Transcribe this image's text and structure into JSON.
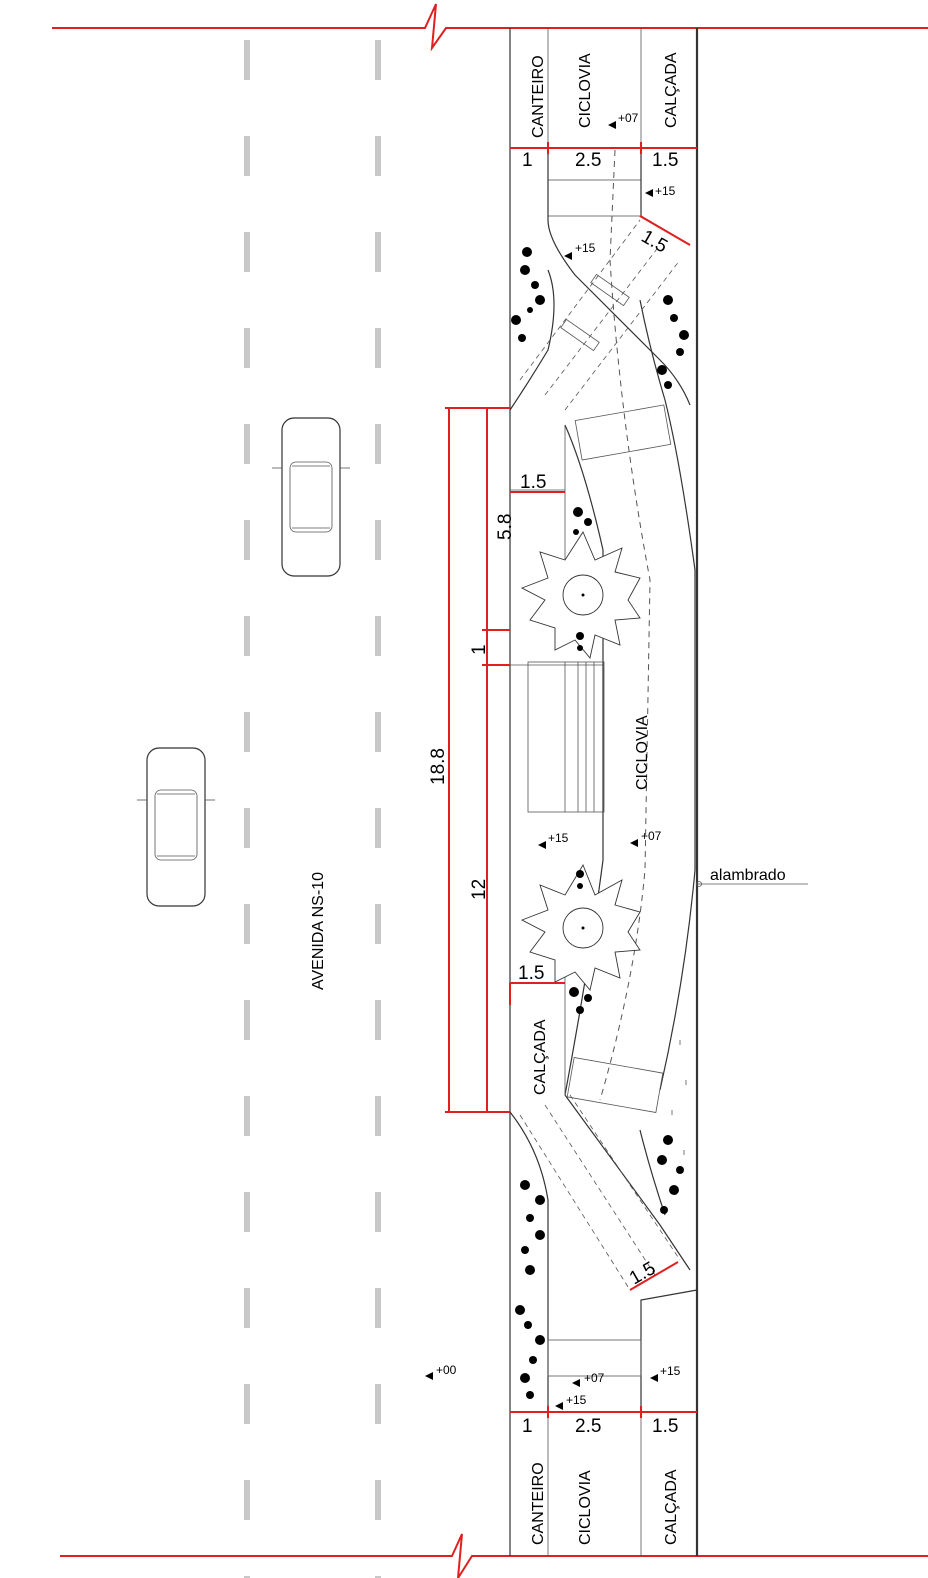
{
  "street_name": "AVENIDA NS-10",
  "labels": {
    "canteiro": "CANTEIRO",
    "ciclovia": "CICLOVIA",
    "calcada": "CALÇADA",
    "alambrado": "alambrado"
  },
  "dimensions": {
    "top_canteiro": "1",
    "top_ciclovia": "2.5",
    "top_calcada": "1.5",
    "top_crossing": "1.5",
    "total": "18.8",
    "seg_upper": "5.8",
    "seg_gap": "1",
    "seg_lower": "12",
    "tree_width_upper": "1.5",
    "tree_width_lower": "1.5",
    "bottom_crossing": "1.5",
    "bottom_canteiro": "1",
    "bottom_ciclovia": "2.5",
    "bottom_calcada": "1.5"
  },
  "levels": {
    "top_ciclovia": "+07",
    "top_calcada": "+15",
    "upper_ciclovia": "+15",
    "mid_calcada": "+15",
    "mid_ciclovia": "+07",
    "lower_canteiro": "+15",
    "road": "+00",
    "bottom_ciclovia": "+07",
    "bottom_calcada": "+15"
  },
  "colors": {
    "dimension_red": "#e02020",
    "lane_gray": "#c8c8c8"
  }
}
